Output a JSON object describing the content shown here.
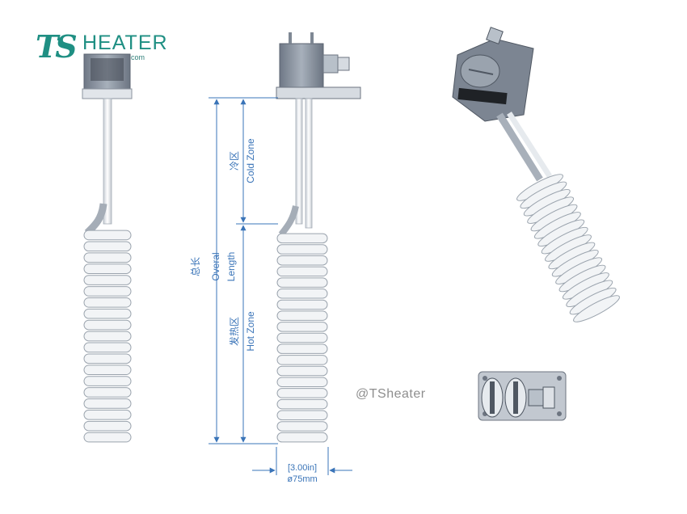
{
  "brand": {
    "mark": "TS",
    "name": "HEATER",
    "url": "www.tsheater.com",
    "color": "#1f8f83"
  },
  "labels": {
    "cold_zone_cn": "冷区",
    "cold_zone_en": "Cold Zone",
    "overall_cn": "总长",
    "overall_en_1": "Overal",
    "overall_en_2": "Length",
    "hot_zone_cn": "发热区",
    "hot_zone_en": "Hot Zone",
    "diameter_in": "[3.00in]",
    "diameter_mm": "ø75mm"
  },
  "watermark": "@TSheater",
  "colors": {
    "dimension_line": "#3a74b8",
    "housing": "#8d96a3",
    "coil": "#f2f4f6",
    "coil_outline": "#9aa3ad"
  }
}
